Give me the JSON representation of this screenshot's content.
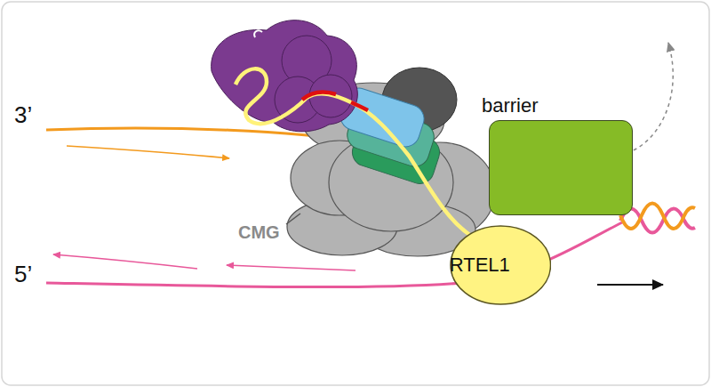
{
  "diagram": {
    "nodes": [
      {
        "text": [
          "barrier"
        ]
      },
      {
        "text": [
          "RTEL1"
        ]
      }
    ],
    "labels": [
      "3’",
      "5’",
      "CMG"
    ]
  }
}
